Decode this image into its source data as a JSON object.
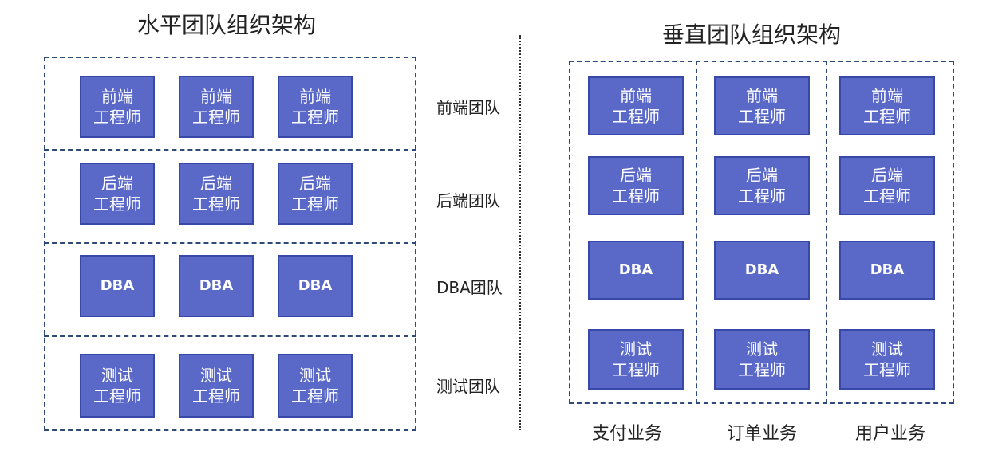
{
  "left": {
    "title": "水平团队组织架构",
    "rows": [
      {
        "team_label": "前端团队",
        "boxes": [
          [
            "前端",
            "工程师"
          ],
          [
            "前端",
            "工程师"
          ],
          [
            "前端",
            "工程师"
          ]
        ]
      },
      {
        "team_label": "后端团队",
        "boxes": [
          [
            "后端",
            "工程师"
          ],
          [
            "后端",
            "工程师"
          ],
          [
            "后端",
            "工程师"
          ]
        ]
      },
      {
        "team_label": "DBA团队",
        "boxes": [
          [
            "DBA"
          ],
          [
            "DBA"
          ],
          [
            "DBA"
          ]
        ]
      },
      {
        "team_label": "测试团队",
        "boxes": [
          [
            "测试",
            "工程师"
          ],
          [
            "测试",
            "工程师"
          ],
          [
            "测试",
            "工程师"
          ]
        ]
      }
    ]
  },
  "right": {
    "title": "垂直团队组织架构",
    "columns": [
      {
        "business_label": "支付业务",
        "boxes": [
          [
            "前端",
            "工程师"
          ],
          [
            "后端",
            "工程师"
          ],
          [
            "DBA"
          ],
          [
            "测试",
            "工程师"
          ]
        ]
      },
      {
        "business_label": "订单业务",
        "boxes": [
          [
            "前端",
            "工程师"
          ],
          [
            "后端",
            "工程师"
          ],
          [
            "DBA"
          ],
          [
            "测试",
            "工程师"
          ]
        ]
      },
      {
        "business_label": "用户业务",
        "boxes": [
          [
            "前端",
            "工程师"
          ],
          [
            "后端",
            "工程师"
          ],
          [
            "DBA"
          ],
          [
            "测试",
            "工程师"
          ]
        ]
      }
    ]
  },
  "colors": {
    "box_fill": "#5a69c8",
    "box_border": "#3848a8",
    "dash": "#2e4a7a"
  }
}
